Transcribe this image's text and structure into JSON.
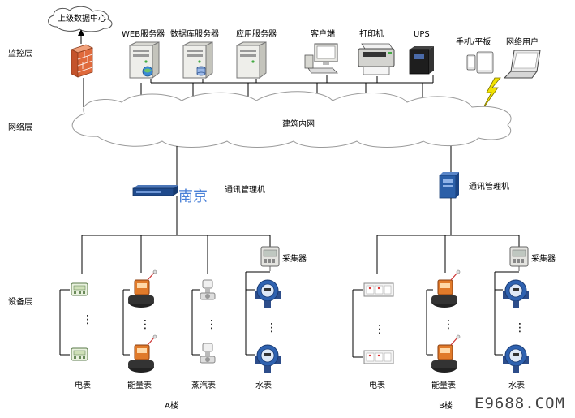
{
  "layers": {
    "monitor": "监控层",
    "network": "网络层",
    "device": "设备层"
  },
  "top": {
    "upper_center": "上级数据中心",
    "web_server": "WEB服务器",
    "db_server": "数据库服务器",
    "app_server": "应用服务器",
    "client": "客户端",
    "printer": "打印机",
    "ups": "UPS",
    "mobile": "手机/平板",
    "web_user": "网络用户"
  },
  "network": {
    "label": "建筑内网"
  },
  "gateways": {
    "left": "通讯管理机",
    "right": "通讯管理机"
  },
  "building_a": {
    "collector": "采集器",
    "meters": [
      "电表",
      "能量表",
      "蒸汽表",
      "水表"
    ],
    "name": "A楼"
  },
  "building_b": {
    "collector": "采集器",
    "meters": [
      "电表",
      "能量表",
      "水表"
    ],
    "name": "B楼"
  },
  "watermark": "E9688.COM",
  "overlay_text": "南京",
  "colors": {
    "line": "#000000",
    "cloud_stroke": "#9a9a9a",
    "firewall": "#d9623a",
    "gateway": "#2b5fa8",
    "lightning": "#f2e200"
  },
  "icons": {
    "firewall": "firewall-brick-icon",
    "server": "tower-server-icon",
    "client": "desktop-computer-icon",
    "printer": "printer-icon",
    "ups": "ups-box-icon",
    "mobile": "phone-tablet-icon",
    "laptop": "laptop-icon",
    "electric_meter": "electric-meter-icon",
    "energy_meter": "energy-meter-icon",
    "steam_meter": "steam-meter-icon",
    "water_meter": "water-meter-icon",
    "collector": "collector-box-icon"
  }
}
